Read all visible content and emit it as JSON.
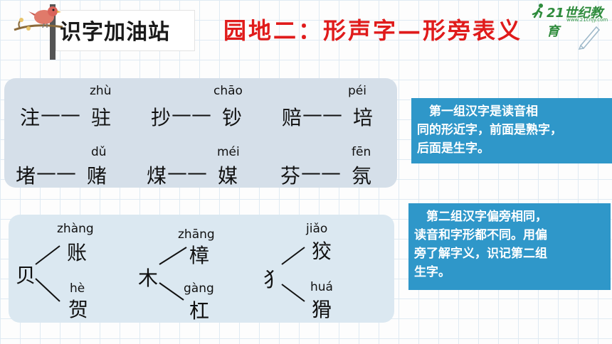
{
  "header": {
    "label": "识字加油站",
    "title": "园地二：形声字—形旁表义",
    "logo": "21世纪教育",
    "logo_sub": "www.21cnjy.com"
  },
  "group1": {
    "rows": [
      {
        "items": [
          {
            "left": "注",
            "dash": "——",
            "right": "驻",
            "pinyin": "zhù"
          },
          {
            "left": "抄",
            "dash": "——",
            "right": "钞",
            "pinyin": "chāo"
          },
          {
            "left": "赔",
            "dash": "——",
            "right": "培",
            "pinyin": "péi"
          }
        ]
      },
      {
        "items": [
          {
            "left": "堵",
            "dash": "——",
            "right": "赌",
            "pinyin": "dǔ"
          },
          {
            "left": "煤",
            "dash": "——",
            "right": "媒",
            "pinyin": "méi"
          },
          {
            "left": "芬",
            "dash": "——",
            "right": "氛",
            "pinyin": "fēn"
          }
        ]
      }
    ],
    "note": [
      "　第一组汉字是读音相",
      "同的形近字，前面是熟字，",
      "后面是生字。"
    ]
  },
  "group2": {
    "trees": [
      {
        "root": "贝",
        "top": {
          "char": "账",
          "pinyin": "zhàng"
        },
        "bottom": {
          "char": "贺",
          "pinyin": "hè"
        }
      },
      {
        "root": "木",
        "top": {
          "char": "樟",
          "pinyin": "zhāng"
        },
        "bottom": {
          "char": "杠",
          "pinyin": "gàng"
        }
      },
      {
        "root": "犭",
        "top": {
          "char": "狡",
          "pinyin": "jiǎo"
        },
        "bottom": {
          "char": "猾",
          "pinyin": "huá"
        }
      }
    ],
    "note": [
      "　第二组汉字偏旁相同，",
      "读音和字形都不同。用偏",
      "旁了解字义，识记第二组",
      "生字。"
    ]
  },
  "colors": {
    "title": "#e01b1b",
    "note_bg": "#2f97c9",
    "panel_bg": "#d5dfe9"
  }
}
